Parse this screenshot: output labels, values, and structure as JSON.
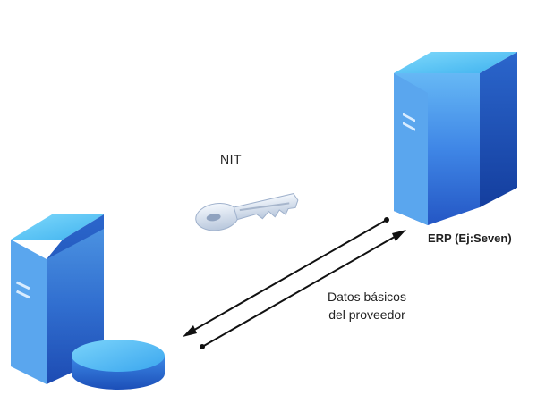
{
  "labels": {
    "nit": "NIT",
    "erp": "ERP (Ej:Seven)",
    "datos_line1": "Datos básicos",
    "datos_line2": "del proveedor"
  },
  "colors": {
    "server_top": "#58c8f6",
    "server_front": "#3a7ce0",
    "server_side": "#1c4fb8",
    "key_light": "#e6eef8",
    "key_dark": "#8fa2bf",
    "arrow": "#111111"
  },
  "icons": [
    "erp-server-icon",
    "client-server-icon",
    "database-disk-icon",
    "key-icon",
    "data-exchange-arrows"
  ]
}
